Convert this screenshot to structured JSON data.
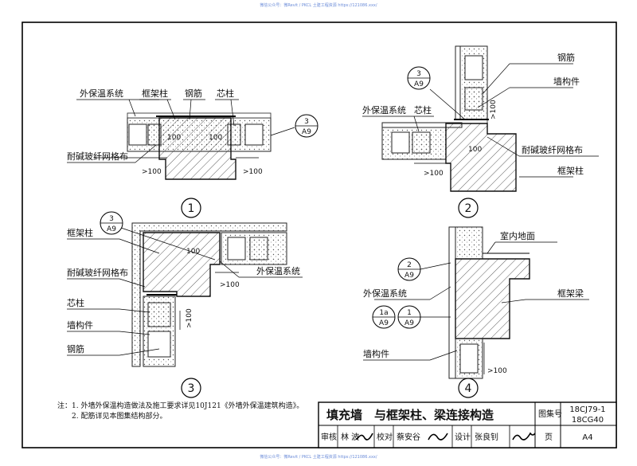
{
  "watermark": {
    "top": "微信公众号：微Revit / PKCL 土建工程资源 https://121086.xxx/",
    "bottom": "微信公众号：微Revit / PKCL 土建工程资源 https://121086.xxx/"
  },
  "details": {
    "d1": {
      "number": "1",
      "labels": [
        "外保温系统",
        "框架柱",
        "钢筋",
        "芯柱",
        "耐碱玻纤网格布"
      ],
      "ref": {
        "top": "3",
        "bottom": "A9"
      },
      "dims": [
        "100",
        "100",
        ">100",
        ">100"
      ]
    },
    "d2": {
      "number": "2",
      "labels": [
        "钢筋",
        "墙构件",
        "外保温系统",
        "芯柱",
        "耐碱玻纤网格布",
        "框架柱"
      ],
      "ref": {
        "top": "3",
        "bottom": "A9"
      },
      "dims": [
        ">100",
        ">100",
        "100"
      ]
    },
    "d3": {
      "number": "3",
      "labels": [
        "框架柱",
        "耐碱玻纤网格布",
        "芯柱",
        "墙构件",
        "钢筋",
        "外保温系统"
      ],
      "ref": {
        "top": "3",
        "bottom": "A9"
      },
      "dims": [
        "100",
        ">100",
        ">100"
      ]
    },
    "d4": {
      "number": "4",
      "labels": [
        "室内地面",
        "外保温系统",
        "框架梁",
        "墙构件"
      ],
      "refs": [
        {
          "top": "2",
          "bottom": "A9"
        },
        {
          "top": "1a",
          "bottom": "A9"
        },
        {
          "top": "1",
          "bottom": "A9"
        }
      ],
      "dims": [
        ">100"
      ]
    }
  },
  "notes": {
    "prefix": "注：",
    "items": [
      "1. 外墙外保温构造做法及施工要求详见10J121《外墙外保温建筑构造》。",
      "2. 配筋详见本图集结构部分。"
    ]
  },
  "title_block": {
    "title": "填充墙　与框架柱、梁连接构造",
    "atlas_label": "图集号",
    "atlas_no_1": "18CJ79-1",
    "atlas_no_2": "18CG40",
    "review_label": "审核",
    "reviewer": "林 波",
    "check_label": "校对",
    "checker": "蔡安谷",
    "design_label": "设计",
    "designer": "张良钊",
    "page_label": "页",
    "page": "A4"
  }
}
